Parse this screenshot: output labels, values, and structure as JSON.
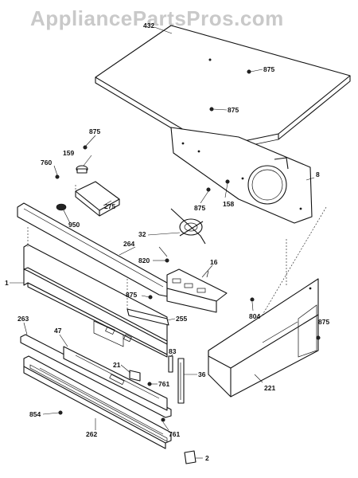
{
  "watermark": "AppliancePartsPros.com",
  "labels": {
    "l432": "432",
    "l875a": "875",
    "l875b": "875",
    "l875c": "875",
    "l159": "159",
    "l760": "760",
    "l275": "275",
    "l950": "950",
    "l875d": "875",
    "l158": "158",
    "l8": "8",
    "l32": "32",
    "l264": "264",
    "l820": "820",
    "l16": "16",
    "l1": "1",
    "l875e": "875",
    "l804": "804",
    "l875f": "875",
    "l263": "263",
    "l255": "255",
    "l47": "47",
    "l83": "83",
    "l21": "21",
    "l36": "36",
    "l761a": "761",
    "l221": "221",
    "l854": "854",
    "l262": "262",
    "l761b": "761",
    "l2": "2"
  }
}
